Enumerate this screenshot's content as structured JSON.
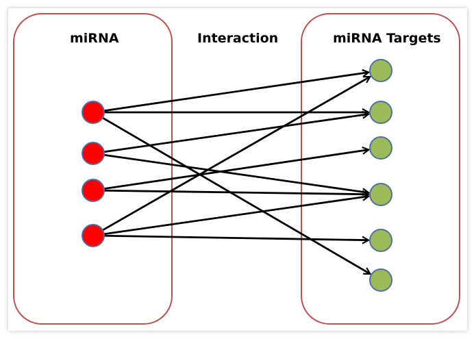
{
  "labels": {
    "left": "miRNA",
    "middle": "Interaction",
    "right": "miRNA Targets"
  },
  "colors": {
    "mirna_fill": "#ff0000",
    "target_fill": "#9bbb59",
    "node_stroke": "#4f6fa8",
    "panel_border": "#c0504d",
    "edge": "#000000"
  },
  "edges": [
    {
      "from": 0,
      "to": 0
    },
    {
      "from": 0,
      "to": 1
    },
    {
      "from": 0,
      "to": 5
    },
    {
      "from": 1,
      "to": 1
    },
    {
      "from": 1,
      "to": 3
    },
    {
      "from": 2,
      "to": 2
    },
    {
      "from": 2,
      "to": 3
    },
    {
      "from": 3,
      "to": 0
    },
    {
      "from": 3,
      "to": 3
    },
    {
      "from": 3,
      "to": 4
    }
  ]
}
